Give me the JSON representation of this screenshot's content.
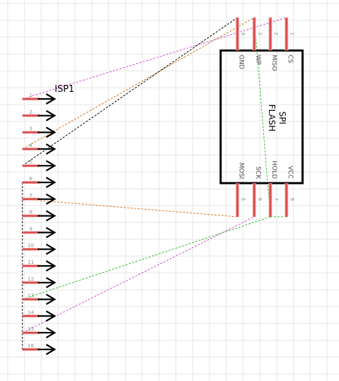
{
  "grid": {
    "color": "#e6e6e6"
  },
  "colors": {
    "pin": "#d94b4b",
    "pin_glow": "#f2b3b3",
    "body": "#000000",
    "pin_number": "#8a8a8a",
    "pin_name": "#4a4a4a"
  },
  "header": {
    "label": "ISP1",
    "pins": [
      "1",
      "2",
      "3",
      "4",
      "5",
      "6",
      "7",
      "8",
      "9",
      "10",
      "11",
      "12",
      "13",
      "14",
      "15",
      "16"
    ]
  },
  "chip": {
    "name_line1": "SPI",
    "name_line2": "FLASH",
    "top_pins": [
      {
        "num": "4",
        "name": "GND"
      },
      {
        "num": "3",
        "name": "WP"
      },
      {
        "num": "2",
        "name": "MISO"
      },
      {
        "num": "1",
        "name": "CS"
      }
    ],
    "bottom_pins": [
      {
        "num": "5",
        "name": "MOSI"
      },
      {
        "num": "6",
        "name": "SCK"
      },
      {
        "num": "7",
        "name": "HOLD"
      },
      {
        "num": "8",
        "name": "VCC"
      }
    ]
  },
  "wires": [
    {
      "id": "cs",
      "from": "header.1",
      "to": "chip.1",
      "color": "#cc55cc"
    },
    {
      "id": "wp",
      "from": "header.4",
      "to": "chip.3",
      "color": "#cc7a1a"
    },
    {
      "id": "gnd",
      "from": "header.5",
      "to": "chip.4",
      "color": "#000000"
    },
    {
      "id": "gnd2",
      "from": "header.6",
      "to": "header.16",
      "color": "#000000"
    },
    {
      "id": "mosi",
      "from": "header.7",
      "to": "chip.5",
      "color": "#dd7722"
    },
    {
      "id": "hold",
      "from": "header.13",
      "to": "chip.7",
      "color": "#33bb33"
    },
    {
      "id": "hold2",
      "from": "chip.7",
      "to": "chip.8",
      "color": "#33bb33"
    },
    {
      "id": "wp2",
      "from": "chip.3",
      "to": "chip.7",
      "color": "#33bb33"
    },
    {
      "id": "sck",
      "from": "header.15",
      "to": "chip.6",
      "color": "#cc55cc"
    }
  ]
}
